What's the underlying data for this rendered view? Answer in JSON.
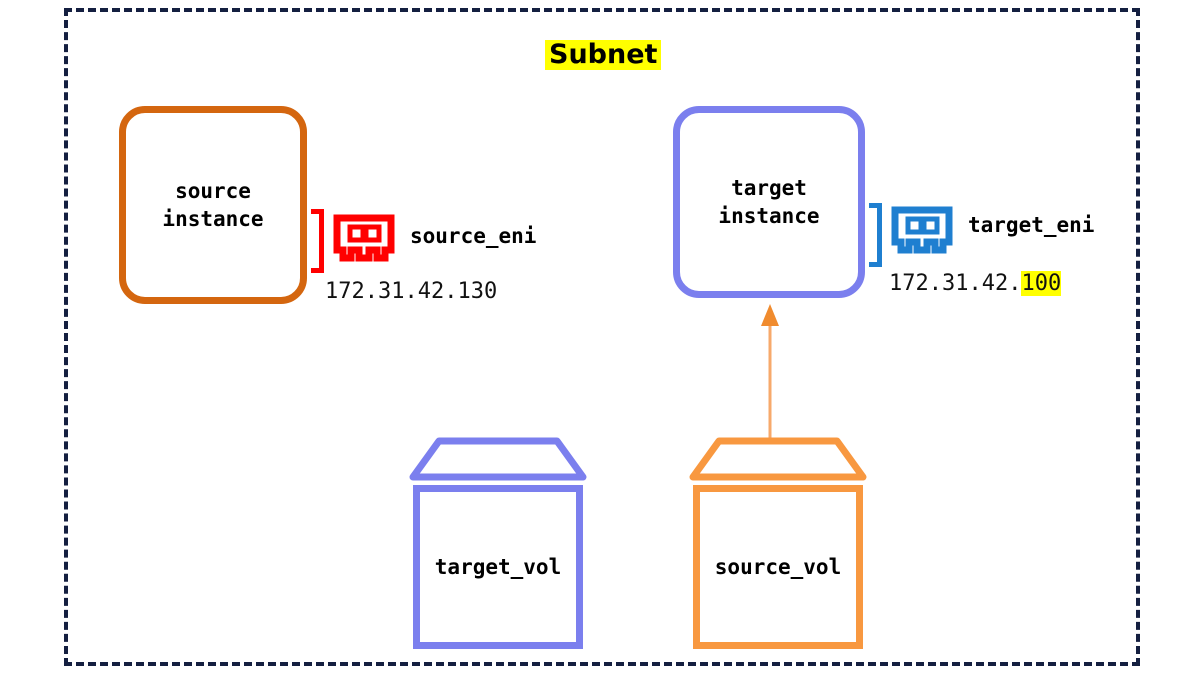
{
  "diagram": {
    "title": "Subnet",
    "title_highlight_color": "#ffff00",
    "boundary_style": "dashed",
    "boundary_color": "#141f40"
  },
  "nodes": {
    "source_instance": {
      "label_line1": "source",
      "label_line2": "instance",
      "color": "#D4660F",
      "shape": "rounded-rect"
    },
    "target_instance": {
      "label_line1": "target",
      "label_line2": "instance",
      "color": "#7B7FEE",
      "shape": "rounded-rect"
    },
    "source_eni": {
      "label": "source_eni",
      "ip_prefix": "172.31.42.",
      "ip_suffix": "130",
      "ip_suffix_highlighted": false,
      "color": "#FF0000",
      "icon": "network-card-icon"
    },
    "target_eni": {
      "label": "target_eni",
      "ip_prefix": "172.31.42.",
      "ip_suffix": "100",
      "ip_suffix_highlighted": true,
      "color": "#1F7FD0",
      "icon": "network-card-icon"
    },
    "target_vol": {
      "label": "target_vol",
      "color": "#7B7FEE",
      "shape": "volume"
    },
    "source_vol": {
      "label": "source_vol",
      "color": "#F89840",
      "shape": "volume"
    }
  },
  "edges": [
    {
      "name": "source-vol-to-target-instance",
      "from": "source_vol",
      "to": "target_instance",
      "direction": "up",
      "color": "#F7A96B",
      "arrowhead": "#F08B2E"
    }
  ]
}
